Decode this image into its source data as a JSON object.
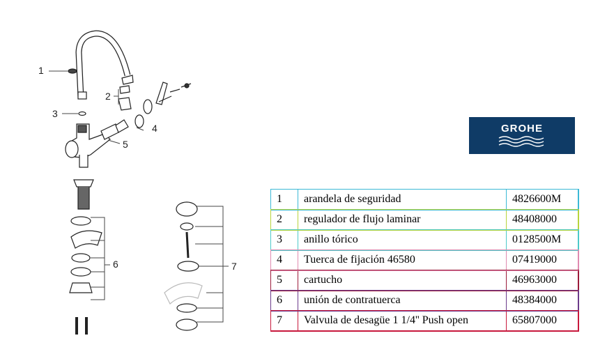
{
  "logo": {
    "brand": "GROHE",
    "color": "#0f3b66"
  },
  "callouts": [
    "1",
    "2",
    "3",
    "4",
    "5",
    "6",
    "7"
  ],
  "parts": [
    {
      "num": "1",
      "name": "arandela de seguridad",
      "code": "4826600M",
      "color": "#3bb9d6"
    },
    {
      "num": "2",
      "name": "regulador de flujo laminar",
      "code": "48408000",
      "color": "#b7d43c"
    },
    {
      "num": "3",
      "name": "anillo tórico",
      "code": "0128500M",
      "color": "#4cc9c9"
    },
    {
      "num": "4",
      "name": "Tuerca de fijación 46580",
      "code": "07419000",
      "color": "#e08ab0"
    },
    {
      "num": "5",
      "name": "cartucho",
      "code": "46963000",
      "color": "#9b1b3b"
    },
    {
      "num": "6",
      "name": "unión de contratuerca",
      "code": "48384000",
      "color": "#6b3a8a"
    },
    {
      "num": "7",
      "name": "Valvula de desagüe 1 1/4'' Push open",
      "code": "65807000",
      "color": "#c8183c"
    }
  ]
}
